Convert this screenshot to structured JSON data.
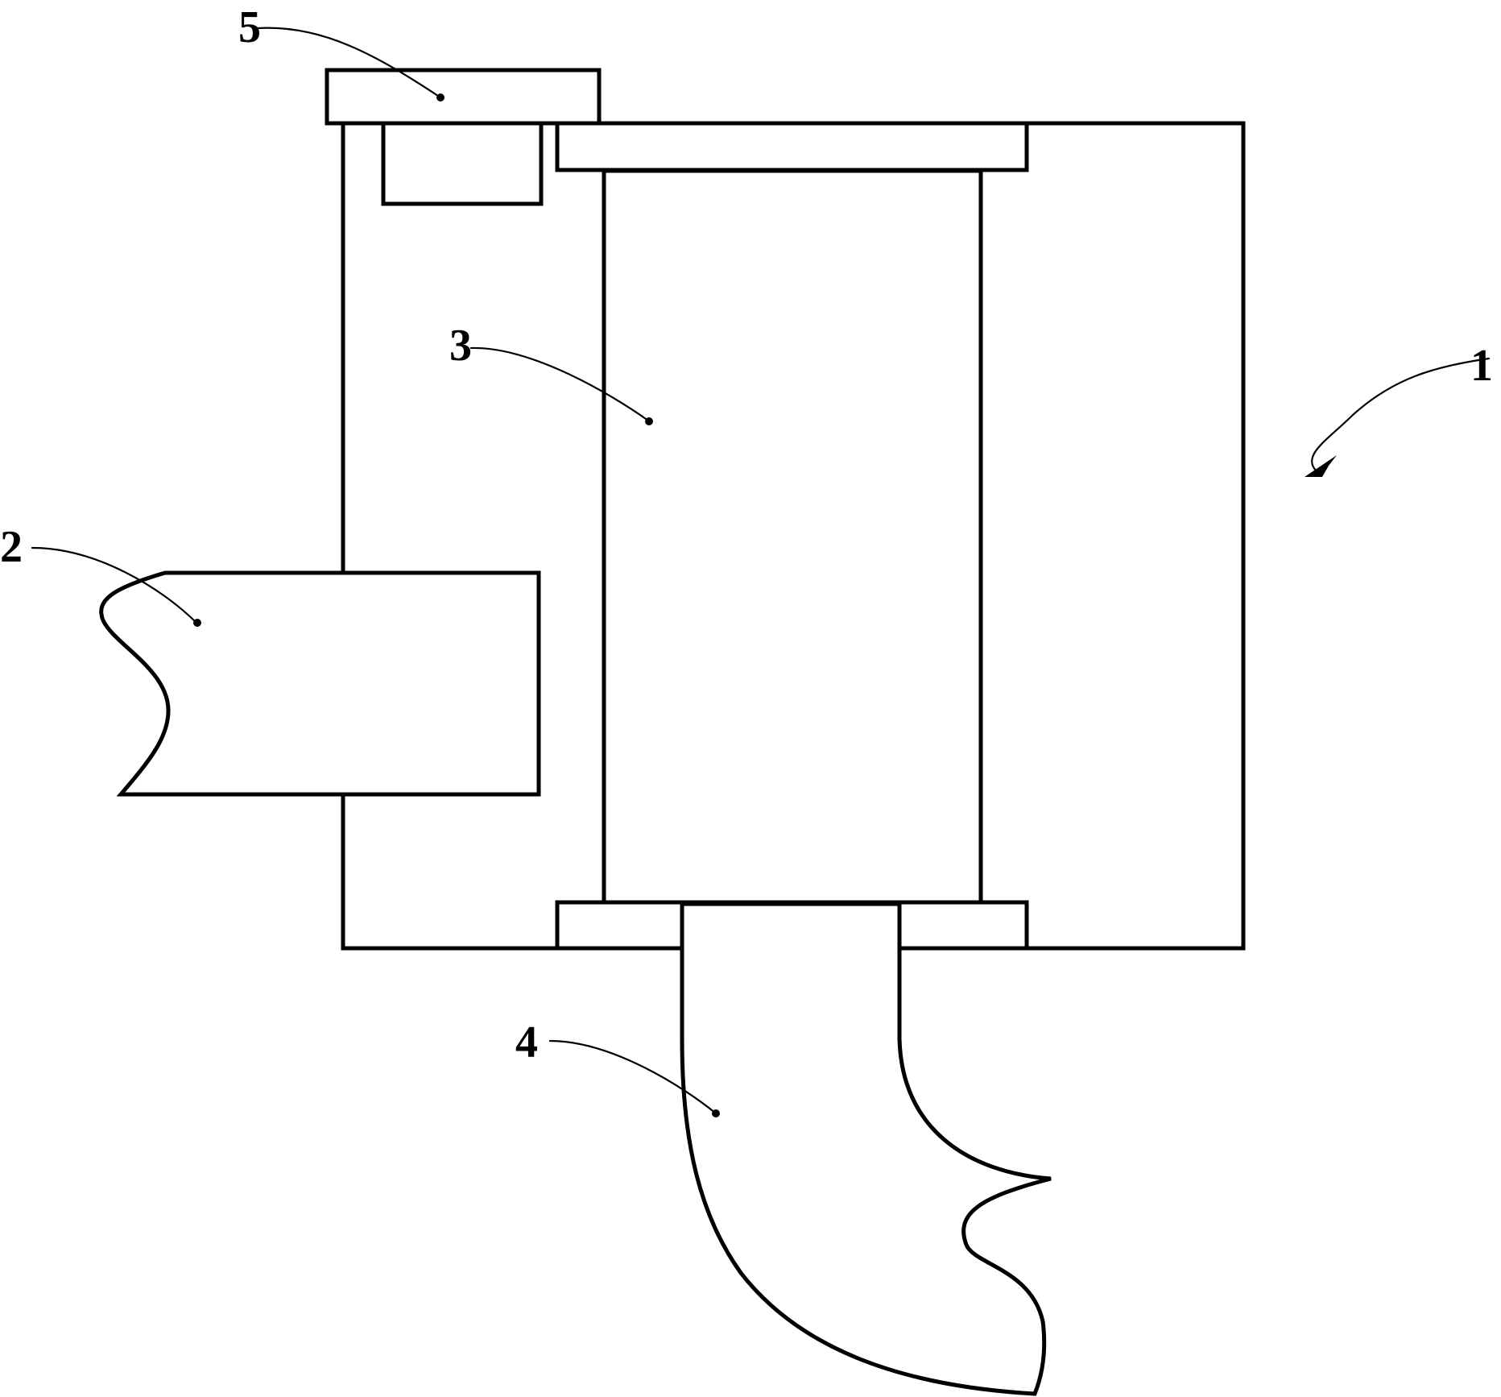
{
  "figure": {
    "labels": {
      "housing": "1",
      "inlet_pipe": "2",
      "filter_element": "3",
      "outlet_pipe": "4",
      "cover": "5"
    }
  }
}
